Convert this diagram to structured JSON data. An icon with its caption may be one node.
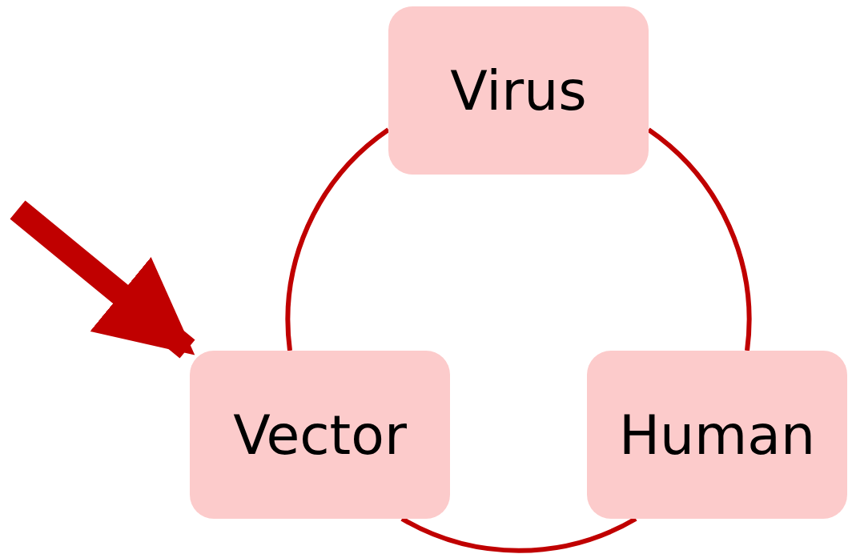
{
  "diagram": {
    "nodes": [
      {
        "text": [
          "Virus"
        ]
      },
      {
        "text": [
          "Vector"
        ]
      },
      {
        "text": [
          "Human"
        ]
      }
    ],
    "edges": [
      {
        "from": 0,
        "to": 2,
        "arrow": "none"
      },
      {
        "from": 2,
        "to": 1,
        "arrow": "none"
      },
      {
        "from": 1,
        "to": 0,
        "arrow": "none"
      },
      {
        "from": null,
        "to": 1,
        "arrow": "to",
        "style": "thick"
      }
    ]
  }
}
